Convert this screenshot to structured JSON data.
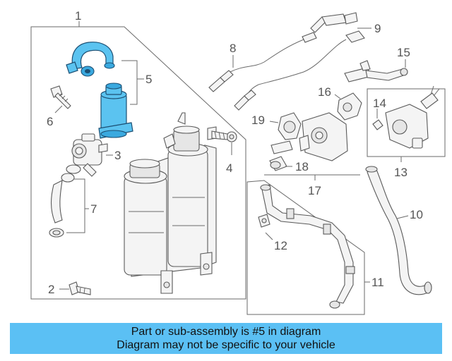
{
  "callouts": {
    "c1": "1",
    "c2": "2",
    "c3": "3",
    "c4": "4",
    "c5": "5",
    "c6": "6",
    "c7": "7",
    "c8": "8",
    "c9": "9",
    "c10": "10",
    "c11": "11",
    "c12": "12",
    "c13": "13",
    "c14": "14",
    "c15": "15",
    "c16": "16",
    "c17": "17",
    "c18": "18",
    "c19": "19"
  },
  "highlighted_part": "5",
  "colors": {
    "highlight": "#5bc3f0",
    "banner": "#5bc0f4",
    "line": "#6a6a6a"
  },
  "banner": {
    "line1": "Part or sub-assembly is #5 in diagram",
    "line2": "Diagram may not be specific to your vehicle"
  }
}
